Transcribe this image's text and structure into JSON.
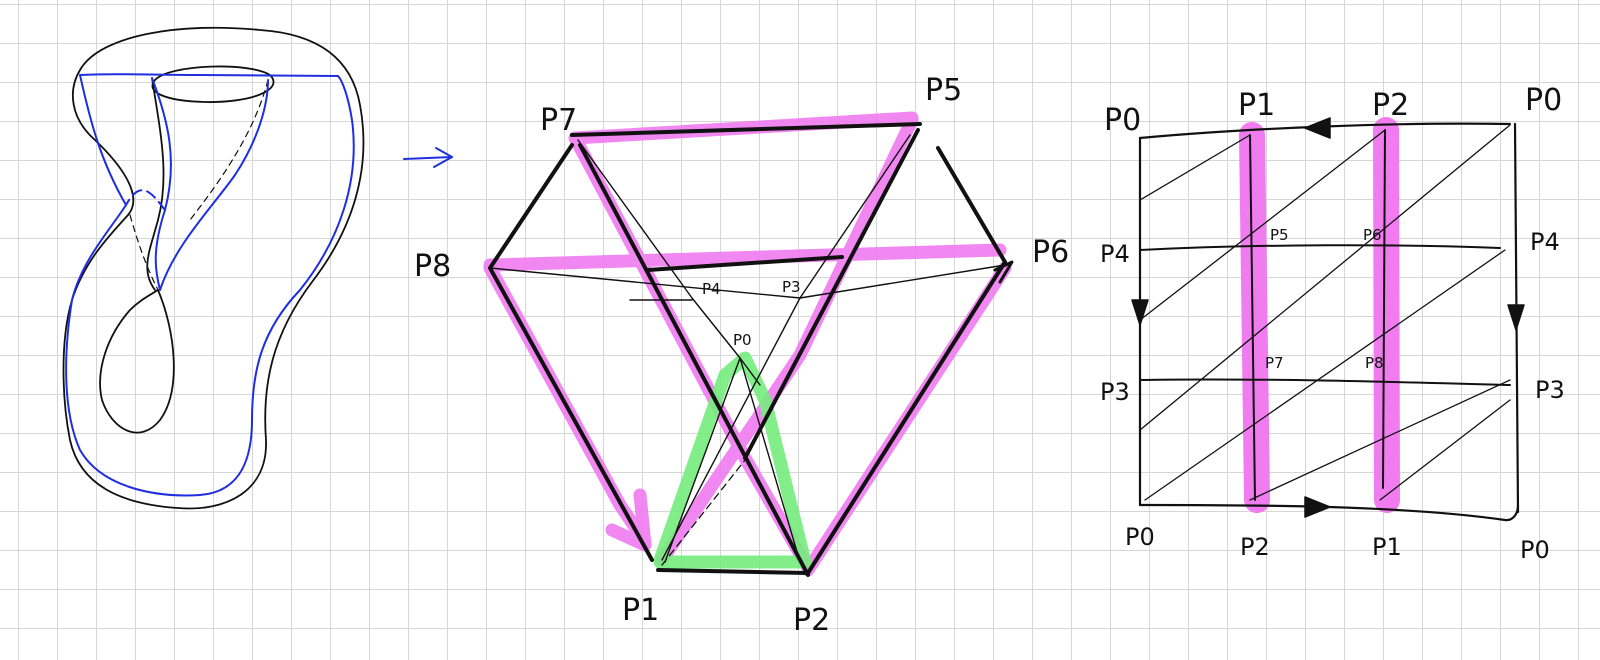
{
  "colors": {
    "ink": "#111111",
    "curve": "#1f2fe0",
    "pink": "#f07cf0",
    "green": "#74ec7c",
    "grid": "#d6d6d6",
    "paper": "#ffffff"
  },
  "labels": {
    "p7": "P7",
    "p5": "P5",
    "p8": "P8",
    "p6": "P6",
    "p4_inner": "P4",
    "p3_inner": "P3",
    "p0_inner": "P0",
    "p1_bottom": "P1",
    "p2_bottom": "P2",
    "sq_p0_tl": "P0",
    "sq_p1_top": "P1",
    "sq_p2_top": "P2",
    "sq_p0_tr": "P0",
    "sq_p4_left": "P4",
    "sq_p5": "P5",
    "sq_p6": "P6",
    "sq_p4_right": "P4",
    "sq_p7": "P7",
    "sq_p8": "P8",
    "sq_p3_left": "P3",
    "sq_p3_right": "P3",
    "sq_p0_bl": "P0",
    "sq_p2_bottom": "P2",
    "sq_p1_bottom": "P1",
    "sq_p0_br": "P0"
  }
}
